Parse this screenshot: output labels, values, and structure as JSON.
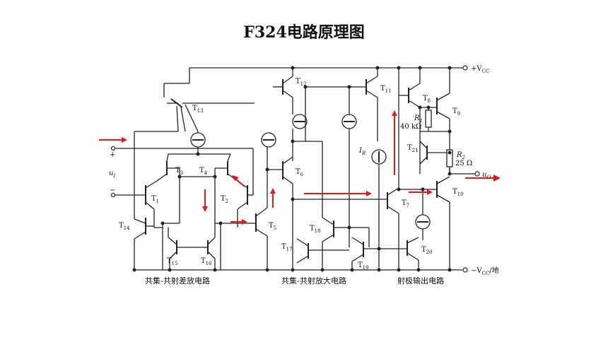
{
  "title": "F324电路原理图",
  "labels": {
    "vcc_pos": "+V",
    "vcc_pos_sub": "CC",
    "vcc_neg": "−V",
    "vcc_neg_sub": "CC",
    "vcc_neg_suffix": "/地",
    "plus": "+",
    "minus": "−",
    "ui": "u",
    "ui_sub": "I",
    "uo": "u",
    "uo_sub": "O",
    "ir": "I",
    "ir_sub": "R",
    "r1": "R",
    "r1_sub": "1",
    "r1_value": "40 kΩ",
    "r2": "R",
    "r2_sub": "2",
    "r2_value": "25 Ω"
  },
  "transistors": [
    {
      "id": "T1",
      "letter": "T",
      "sub": "1"
    },
    {
      "id": "T2",
      "letter": "T",
      "sub": "2"
    },
    {
      "id": "T3",
      "letter": "T",
      "sub": "3"
    },
    {
      "id": "T4",
      "letter": "T",
      "sub": "4"
    },
    {
      "id": "T5",
      "letter": "T",
      "sub": "5"
    },
    {
      "id": "T6",
      "letter": "T",
      "sub": "6"
    },
    {
      "id": "T7",
      "letter": "T",
      "sub": "7"
    },
    {
      "id": "T8",
      "letter": "T",
      "sub": "8"
    },
    {
      "id": "T9",
      "letter": "T",
      "sub": "9"
    },
    {
      "id": "T10",
      "letter": "T",
      "sub": "10"
    },
    {
      "id": "T11",
      "letter": "T",
      "sub": "11"
    },
    {
      "id": "T12",
      "letter": "T",
      "sub": "12"
    },
    {
      "id": "T13",
      "letter": "T",
      "sub": "13"
    },
    {
      "id": "T14",
      "letter": "T",
      "sub": "14"
    },
    {
      "id": "T15",
      "letter": "T",
      "sub": "15"
    },
    {
      "id": "T16",
      "letter": "T",
      "sub": "16"
    },
    {
      "id": "T17",
      "letter": "T",
      "sub": "17"
    },
    {
      "id": "T18",
      "letter": "T",
      "sub": "18"
    },
    {
      "id": "T19",
      "letter": "T",
      "sub": "19"
    },
    {
      "id": "T20",
      "letter": "T",
      "sub": "20"
    },
    {
      "id": "T21",
      "letter": "T",
      "sub": "21"
    }
  ],
  "sections": [
    {
      "id": "input_stage",
      "label": "共集-共射差放电路"
    },
    {
      "id": "gain_stage",
      "label": "共集-共射放大电路"
    },
    {
      "id": "output_stage",
      "label": "射极输出电路"
    }
  ],
  "colors": {
    "wire": "#222222",
    "arrow": "#e01818",
    "background": "#ffffff"
  }
}
